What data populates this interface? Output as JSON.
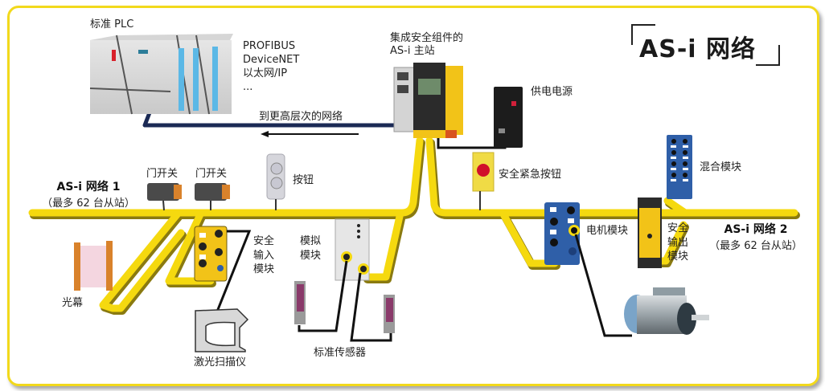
{
  "title": "AS-i 网络",
  "labels": {
    "plc": "标准 PLC",
    "protocols": [
      "PROFIBUS",
      "DeviceNET",
      "以太网/IP",
      "..."
    ],
    "higher_network": "到更高层次的网络",
    "master_line1": "集成安全组件的",
    "master_line2": "AS-i 主站",
    "power_supply": "供电电源",
    "door_switch_1": "门开关",
    "door_switch_2": "门开关",
    "push_button": "按钮",
    "emergency_stop": "安全紧急按钮",
    "mixed_module": "混合模块",
    "motor_module": "电机模块",
    "safety_output_module": "安全\n输出\n模块",
    "safety_input_module": "安全\n输入\n模块",
    "analog_module": "模拟\n模块",
    "light_curtain": "光幕",
    "laser_scanner": "激光扫描仪",
    "standard_sensors": "标准传感器"
  },
  "networks": [
    {
      "name": "AS-i 网络 1",
      "capacity": "（最多 62 台从站）"
    },
    {
      "name": "AS-i 网络 2",
      "capacity": "（最多 62 台从站）"
    }
  ],
  "colors": {
    "bus_yellow": "#f5d90f",
    "bus_shadow": "#8a7a10",
    "frame_border": "#f2d91c",
    "ethernet_line": "#1b2a55",
    "cable_black": "#111111",
    "module_blue": "#2f5fa8",
    "module_yellow": "#f2c318",
    "door_switch_orange": "#d9822b"
  }
}
